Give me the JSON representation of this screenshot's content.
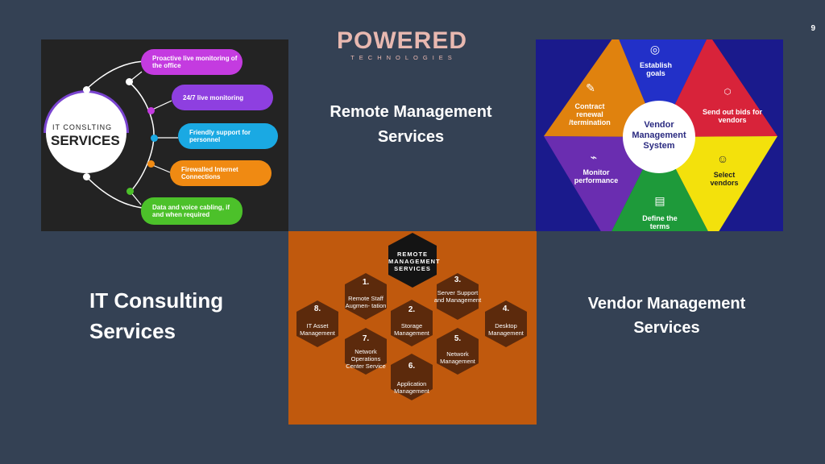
{
  "page_number": "9",
  "logo": {
    "main": "POWERED",
    "sub": "TECHNOLOGIES"
  },
  "captions": {
    "remote": "Remote Management Services",
    "it": "IT Consulting Services",
    "vendor": "Vendor Management Services"
  },
  "it_panel": {
    "title_line1": "IT CONSLTING",
    "title_line2": "SERVICES",
    "items": [
      {
        "label": "Proactive live monitoring of the office",
        "color": "#c43be0"
      },
      {
        "label": "24/7 live monitoring",
        "color": "#8e3fe0"
      },
      {
        "label": "Friendly support for personnel",
        "color": "#1aa9e3"
      },
      {
        "label": "Firewalled Internet Connections",
        "color": "#f08a12"
      },
      {
        "label": "Data and voice cabling, if and when required",
        "color": "#4cc12a"
      }
    ]
  },
  "vendor_panel": {
    "center": "Vendor Management System",
    "segments": [
      {
        "label": "Establish goals",
        "icon": "target-icon",
        "color": "#2230c8"
      },
      {
        "label": "Send out bids for vendors",
        "icon": "bid-icon",
        "color": "#d8233a"
      },
      {
        "label": "Select vendors",
        "icon": "person-icon",
        "color": "#f3e10c"
      },
      {
        "label": "Define the terms",
        "icon": "document-icon",
        "color": "#1e9a3a"
      },
      {
        "label": "Monitor performance",
        "icon": "monitor-icon",
        "color": "#6a2db0"
      },
      {
        "label": "Contract renewal /termination",
        "icon": "contract-icon",
        "color": "#e0820e"
      }
    ]
  },
  "remote_panel": {
    "title": "REMOTE MANAGEMENT SERVICES",
    "items": [
      {
        "num": "1.",
        "label": "Remote Staff Augmen- tation"
      },
      {
        "num": "2.",
        "label": "Storage Management"
      },
      {
        "num": "3.",
        "label": "Server Support and Management"
      },
      {
        "num": "4.",
        "label": "Desktop Management"
      },
      {
        "num": "5.",
        "label": "Network Management"
      },
      {
        "num": "6.",
        "label": "Application Management"
      },
      {
        "num": "7.",
        "label": "Network Operations Center Service"
      },
      {
        "num": "8.",
        "label": "IT Asset Management"
      }
    ]
  }
}
